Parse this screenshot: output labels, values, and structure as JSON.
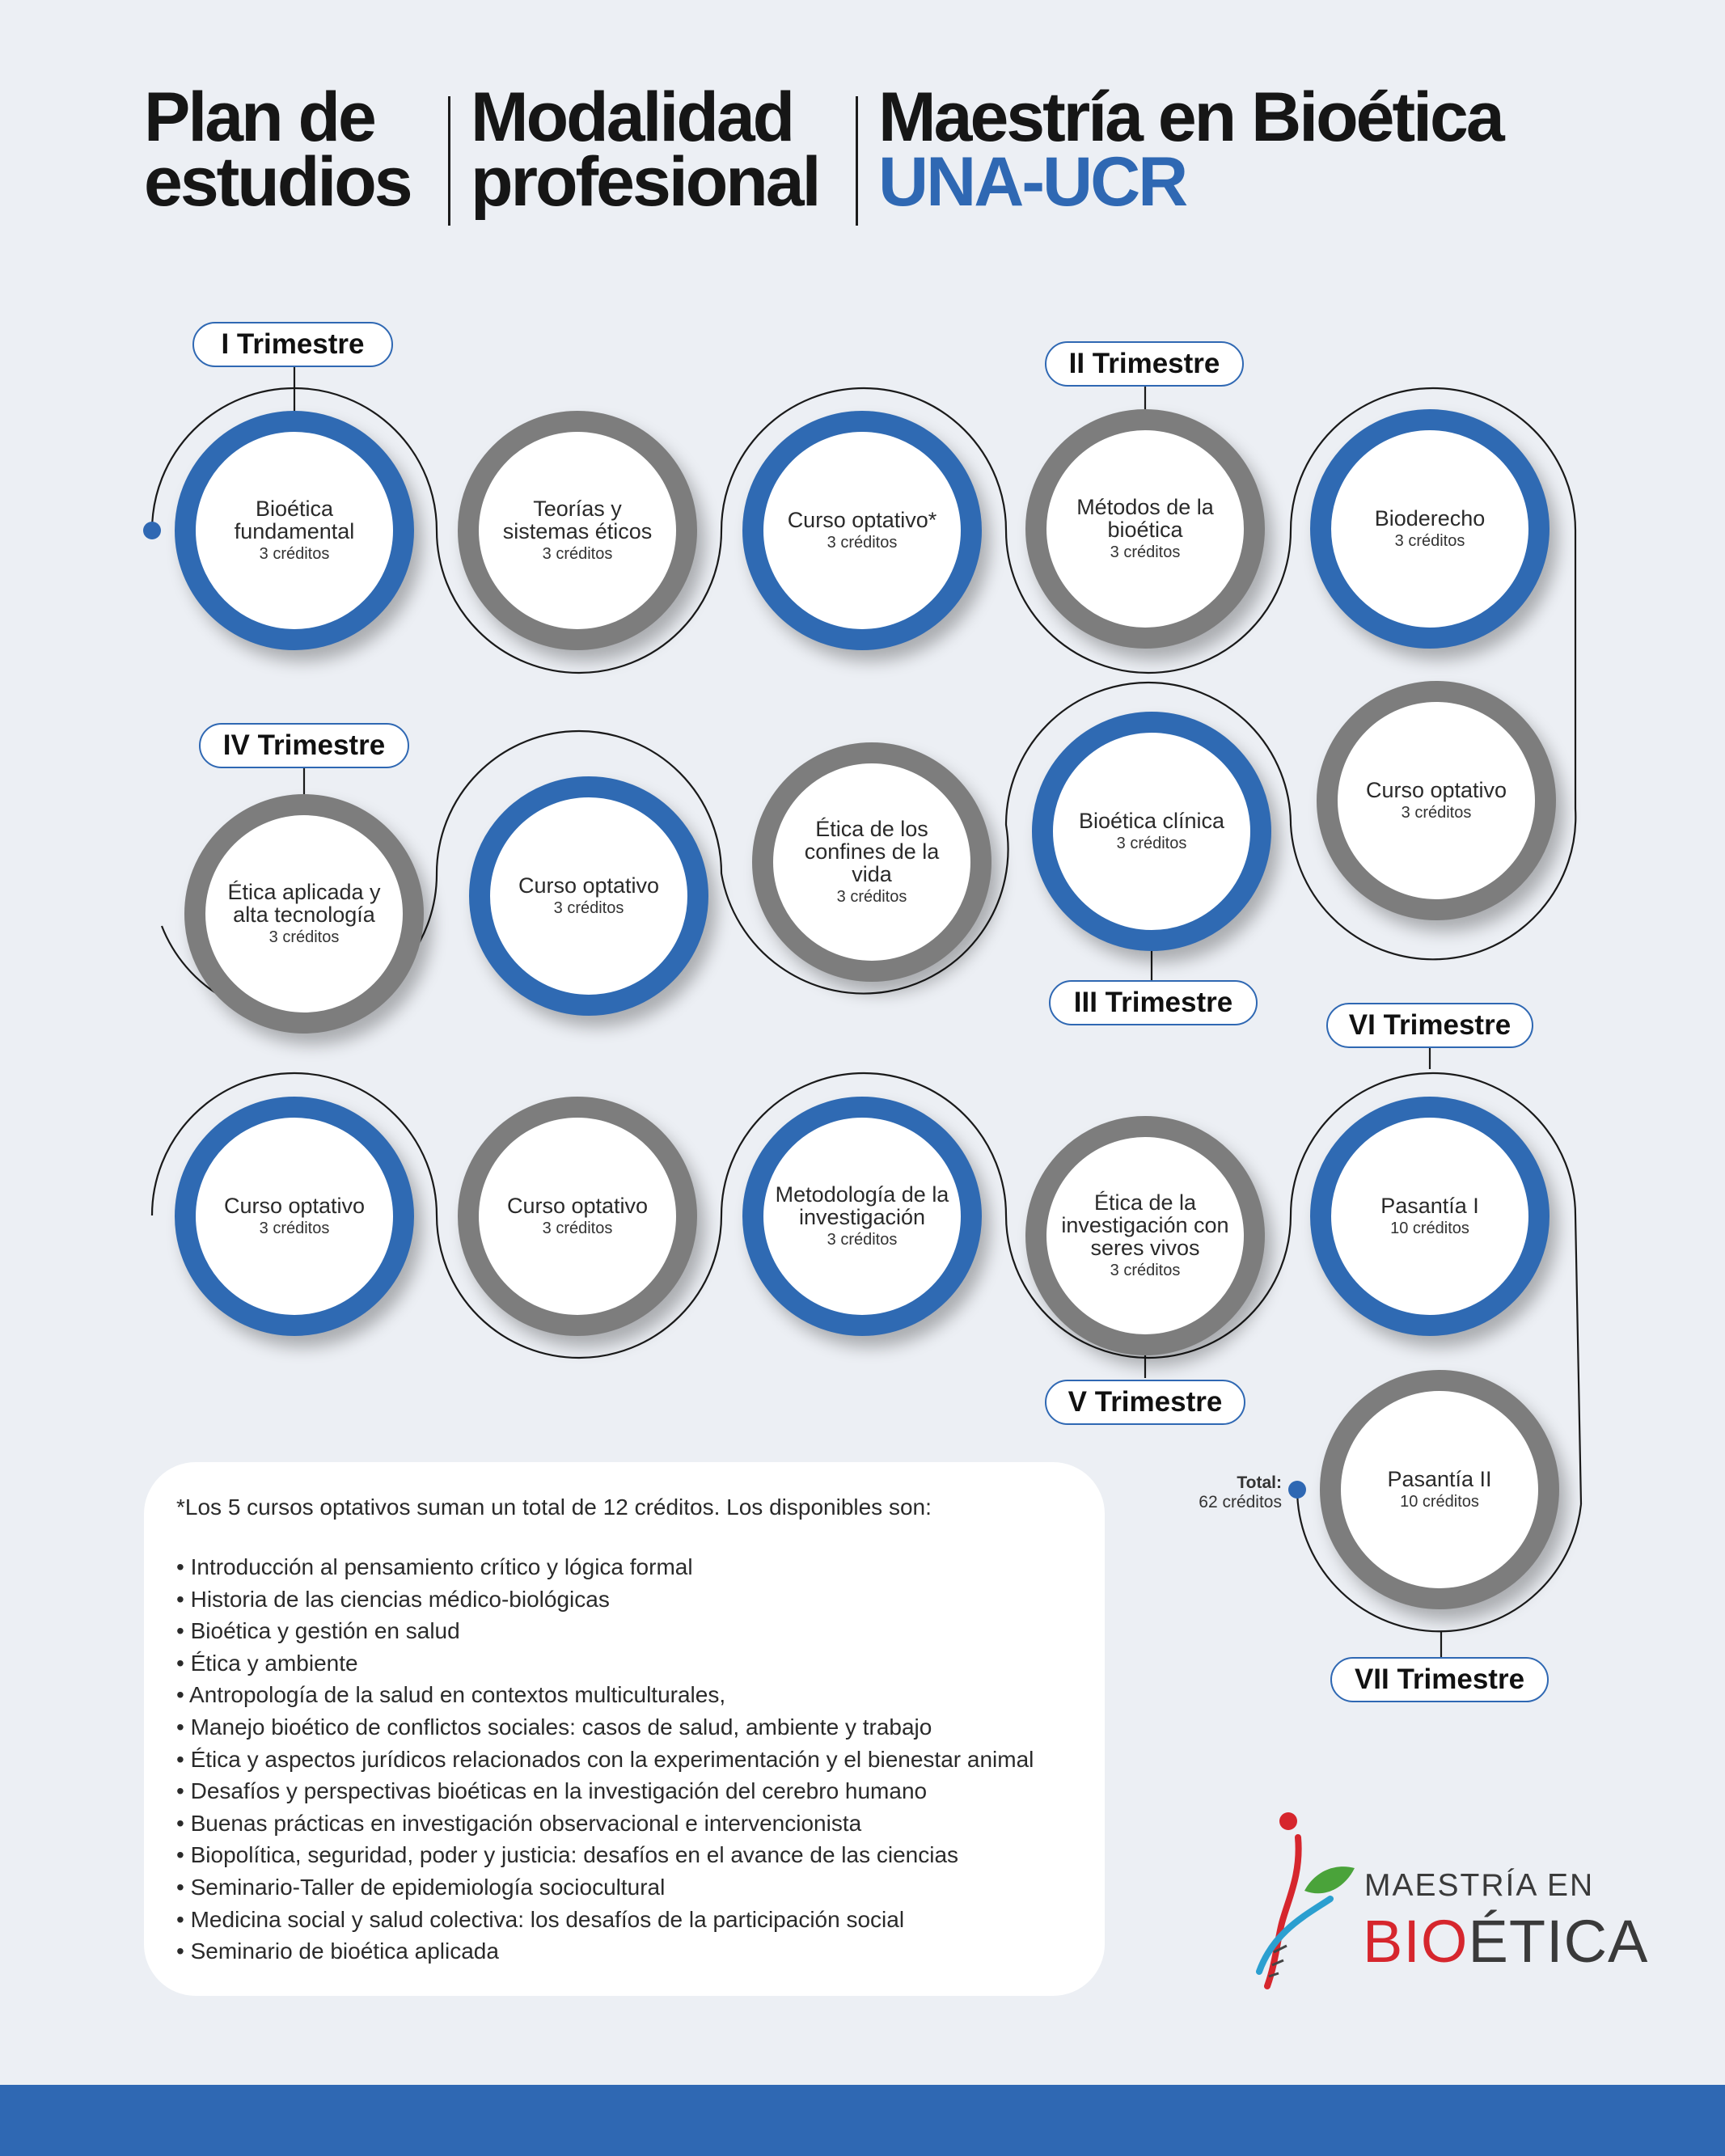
{
  "header": {
    "col1": [
      "Plan de",
      "estudios"
    ],
    "col2": [
      "Modalidad",
      "profesional"
    ],
    "col3_line1": "Maestría en Bioética",
    "col3_line2": "UNA-UCR"
  },
  "colors": {
    "blue": "#2f6ab3",
    "gray": "#7d7d7d",
    "red": "#d6262d"
  },
  "courses": [
    {
      "name": "Bioética fundamental",
      "credits": "3 créditos",
      "color": "blue"
    },
    {
      "name": "Teorías y sistemas éticos",
      "credits": "3 créditos",
      "color": "gray"
    },
    {
      "name": "Curso optativo*",
      "credits": "3 créditos",
      "color": "blue"
    },
    {
      "name": "Métodos de la bioética",
      "credits": "3 créditos",
      "color": "gray"
    },
    {
      "name": "Bioderecho",
      "credits": "3 créditos",
      "color": "blue"
    },
    {
      "name": "Ética aplicada y alta tecnología",
      "credits": "3 créditos",
      "color": "gray"
    },
    {
      "name": "Curso optativo",
      "credits": "3 créditos",
      "color": "blue"
    },
    {
      "name": "Ética de los confines de la vida",
      "credits": "3 créditos",
      "color": "gray"
    },
    {
      "name": "Bioética clínica",
      "credits": "3 créditos",
      "color": "blue"
    },
    {
      "name": "Curso optativo",
      "credits": "3 créditos",
      "color": "gray"
    },
    {
      "name": "Curso optativo",
      "credits": "3 créditos",
      "color": "blue"
    },
    {
      "name": "Curso optativo",
      "credits": "3 créditos",
      "color": "gray"
    },
    {
      "name": "Metodología de la investigación",
      "credits": "3 créditos",
      "color": "blue"
    },
    {
      "name": "Ética de la investigación con seres vivos",
      "credits": "3 créditos",
      "color": "gray"
    },
    {
      "name": "Pasantía I",
      "credits": "10 créditos",
      "color": "blue"
    },
    {
      "name": "Pasantía II",
      "credits": "10 créditos",
      "color": "gray"
    }
  ],
  "trimesters": [
    "I Trimestre",
    "II Trimestre",
    "III Trimestre",
    "IV Trimestre",
    "V Trimestre",
    "VI Trimestre",
    "VII Trimestre"
  ],
  "total": {
    "label": "Total:",
    "value": "62 créditos"
  },
  "notes": {
    "intro": "*Los 5 cursos optativos suman un total de 12 créditos. Los disponibles son:",
    "items": [
      "Introducción al pensamiento crítico y lógica formal",
      "Historia de las ciencias médico-biológicas",
      "Bioética y gestión en salud",
      "Ética y ambiente",
      "Antropología de la salud en contextos multiculturales,",
      "Manejo bioético de conflictos sociales: casos de salud, ambiente y trabajo",
      "Ética y aspectos jurídicos relacionados con la experimentación y el bienestar animal",
      "Desafíos y perspectivas bioéticas en la investigación del cerebro humano",
      "Buenas prácticas en investigación observacional e intervencionista",
      "Biopolítica, seguridad, poder y justicia: desafíos en el avance de las ciencias",
      "Seminario-Taller de epidemiología sociocultural",
      "Medicina social y salud colectiva: los desafíos de la participación social",
      "Seminario de bioética aplicada"
    ]
  },
  "logo": {
    "line1": "MAESTRÍA EN",
    "line2a": "BIO",
    "line2b": "ÉTICA"
  }
}
